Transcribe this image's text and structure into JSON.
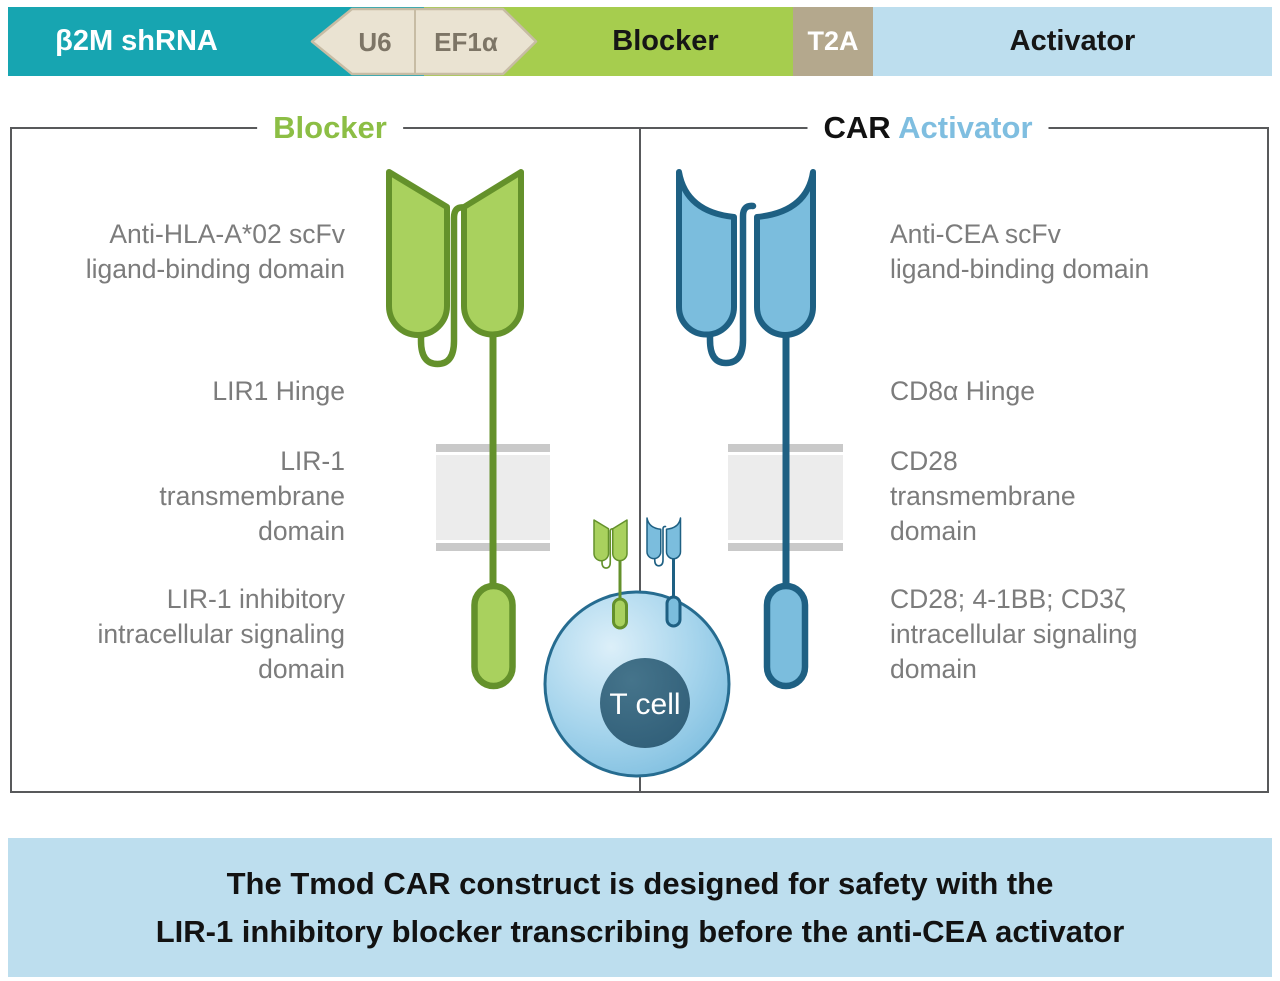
{
  "colors": {
    "teal": "#17A5B1",
    "green": "#A6CD4E",
    "tan": "#B4A88D",
    "light_blue": "#BDDEEE",
    "beige_fill": "#EAE3D2",
    "beige_border": "#C7BCA4",
    "beige_text": "#7D7566",
    "title_green": "#8CBE45",
    "title_blue": "#7FBEE0",
    "lobe_green": "#A9D15E",
    "green_stroke": "#64912B",
    "lobe_blue": "#7BBDDD",
    "blue_stroke": "#1E6083",
    "label_gray": "#7C7C7C",
    "band_fill": "#ECECEC",
    "band_bar": "#C9C9C9",
    "border_gray": "#58595B",
    "cell_hi": "#DCEFF9",
    "cell_mid": "#A5D4EC",
    "cell_base": "#77BADD",
    "cell_stroke": "#266C90",
    "nucleus_hi": "#45748B",
    "nucleus_base": "#2E5C76"
  },
  "construct_bar": {
    "b2m_label": "β2M shRNA",
    "u6_label": "U6",
    "ef1a_label": "EF1α",
    "blocker_label": "Blocker",
    "t2a_label": "T2A",
    "activator_label": "Activator"
  },
  "panel": {
    "blocker_title": "Blocker",
    "car_label": "CAR",
    "activator_title": "Activator",
    "blocker": {
      "scfv_label": "Anti-HLA-A*02 scFv\nligand-binding domain",
      "hinge_label": "LIR1 Hinge",
      "tm_label": "LIR-1\ntransmembrane\ndomain",
      "signaling_label": "LIR-1 inhibitory\nintracellular signaling\ndomain"
    },
    "activator": {
      "scfv_label": "Anti-CEA scFv\nligand-binding domain",
      "hinge_label": "CD8α Hinge",
      "tm_label": "CD28\ntransmembrane\ndomain",
      "signaling_label": "CD28; 4-1BB; CD3ζ\nintracellular signaling\ndomain"
    },
    "t_cell_label": "T cell"
  },
  "caption": {
    "text": "The Tmod CAR construct is designed for safety with the\nLIR-1 inhibitory blocker transcribing before the anti-CEA activator"
  }
}
